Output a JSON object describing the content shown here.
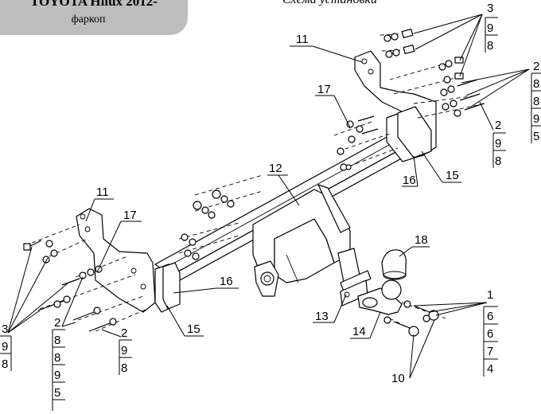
{
  "header": {
    "model": "TOYOTA Hilux 2012-",
    "product": "фаркоп",
    "caption": "Схема установки"
  },
  "callouts": {
    "n1": "1",
    "n2": "2",
    "n3": "3",
    "n4": "4",
    "n5": "5",
    "n6": "6",
    "n7": "7",
    "n8": "8",
    "n9": "9",
    "n10": "10",
    "n11": "11",
    "n12": "12",
    "n13": "13",
    "n14": "14",
    "n15": "15",
    "n16": "16",
    "n17": "17",
    "n18": "18"
  }
}
